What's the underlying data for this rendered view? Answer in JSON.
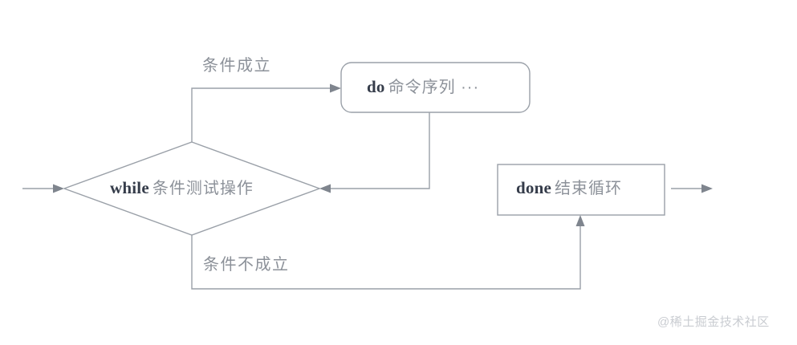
{
  "diagram": {
    "title": "while loop flowchart",
    "background_color": "#ffffff",
    "line_color": "#9aa0a8",
    "arrow_color": "#7f858e",
    "keyword_color": "#353c4a",
    "chinese_text_color": "#8c9199",
    "watermark_color": "#c9ccd1"
  },
  "nodes": {
    "condition": {
      "shape": "diamond",
      "keyword": "while",
      "text": "条件测试操作"
    },
    "body": {
      "shape": "rounded-rectangle",
      "keyword": "do",
      "text": "命令序列 ···"
    },
    "end": {
      "shape": "rectangle",
      "keyword": "done",
      "text": "结束循环"
    }
  },
  "edges": {
    "true_branch_label": "条件成立",
    "false_branch_label": "条件不成立"
  },
  "watermark": {
    "text": "@稀土掘金技术社区"
  }
}
